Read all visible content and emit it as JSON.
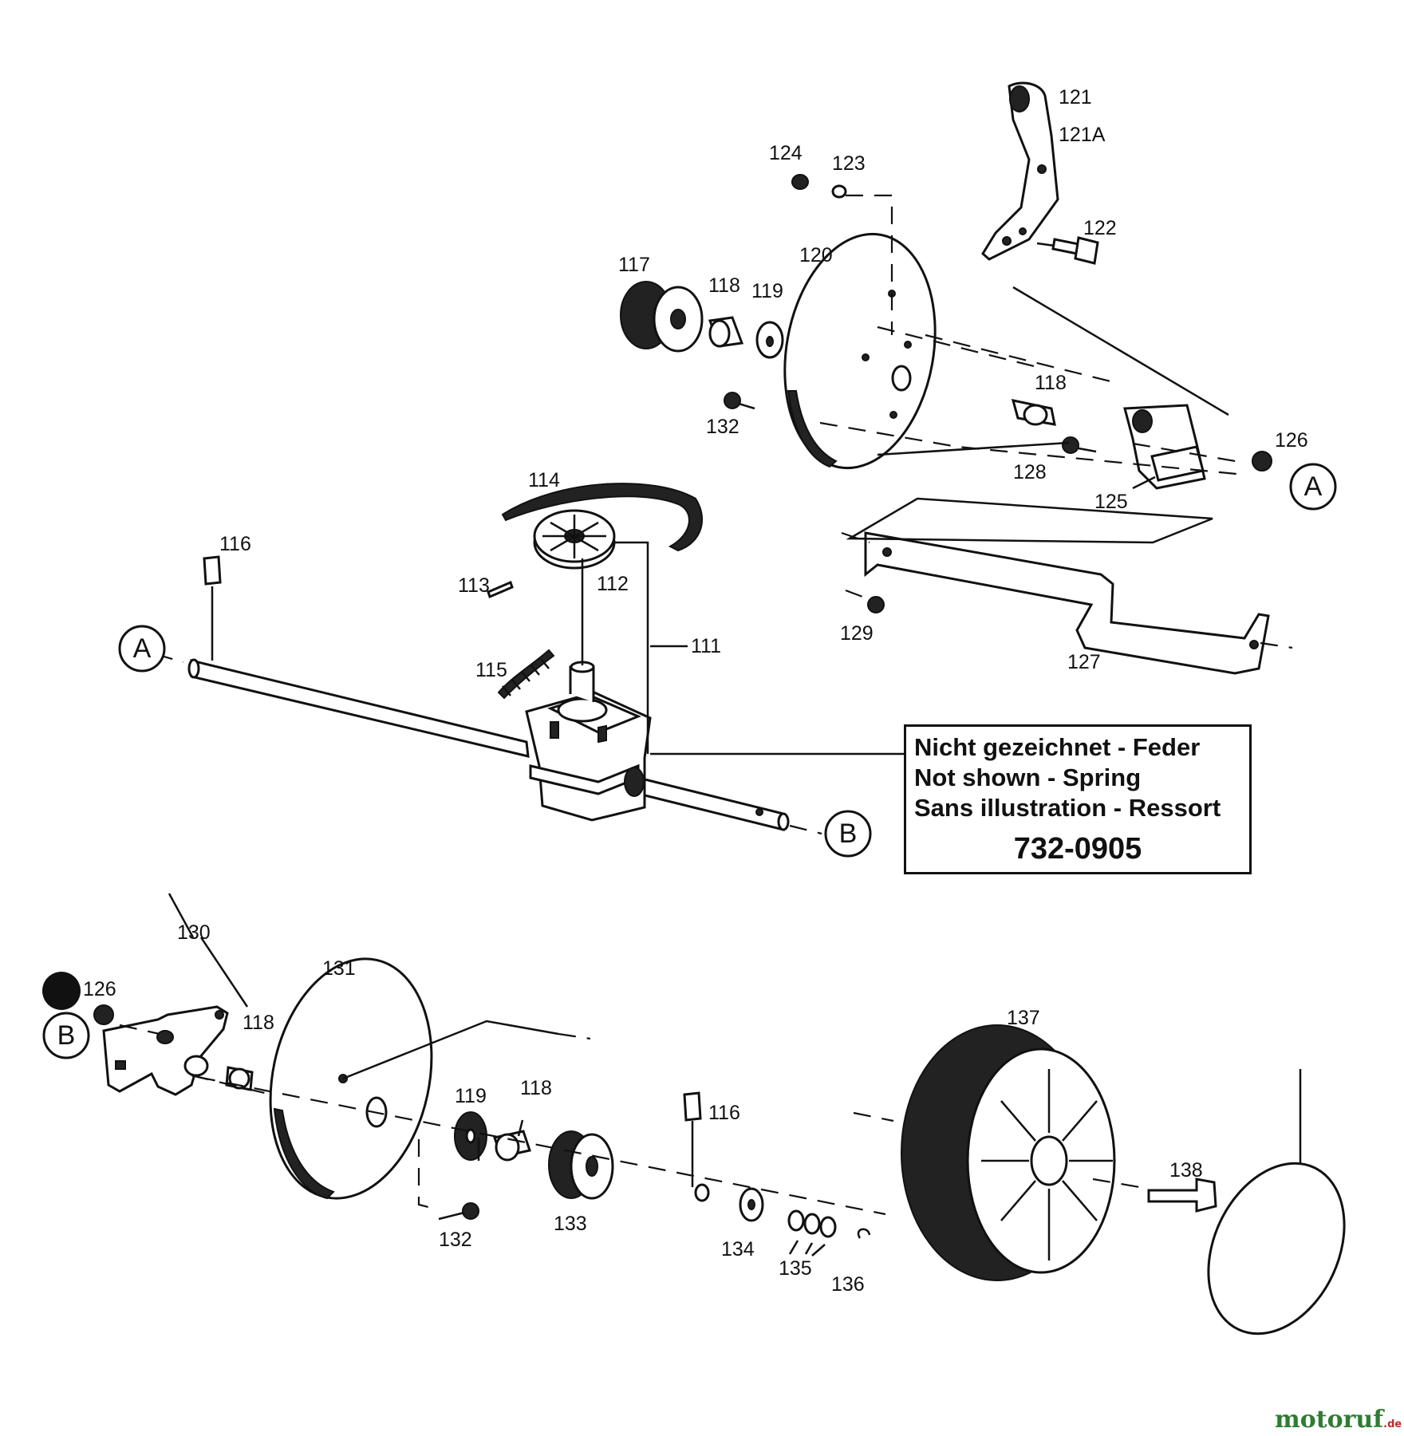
{
  "labels": {
    "p111": "111",
    "p112": "112",
    "p113": "113",
    "p114": "114",
    "p115": "115",
    "p116a": "116",
    "p116b": "116",
    "p117": "117",
    "p118a": "118",
    "p118b": "118",
    "p118c": "118",
    "p119a": "119",
    "p119b": "119",
    "p120": "120",
    "p121": "121",
    "p121a": "121A",
    "p122": "122",
    "p123": "123",
    "p124": "124",
    "p125": "125",
    "p126a": "126",
    "p126b": "126",
    "p127": "127",
    "p128": "128",
    "p129": "129",
    "p130": "130",
    "p131": "131",
    "p132a": "132",
    "p132b": "132",
    "p133": "133",
    "p134": "134",
    "p135": "135",
    "p136": "136",
    "p137": "137",
    "p138": "138"
  },
  "refs": {
    "a": "A",
    "b": "B"
  },
  "note": {
    "line1": "Nicht gezeichnet - Feder",
    "line2": "Not shown - Spring",
    "line3": "Sans illustration - Ressort",
    "part_number": "732-0905"
  },
  "watermark": {
    "brand": "motoruf",
    "suffix": ".de"
  },
  "colors": {
    "ink": "#111111",
    "watermark_green": "#2e7d32",
    "watermark_red": "#c62828"
  }
}
